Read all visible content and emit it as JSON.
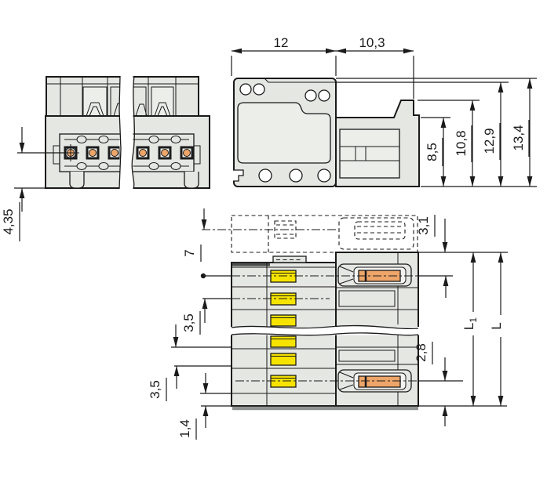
{
  "drawing_type": "technical-dimension-drawing",
  "component": "multi-pole male header connector",
  "colors": {
    "line": "#1a1a1a",
    "body": "#e5e7e3",
    "panel": "#eceee9",
    "slot": "#f3f4f1",
    "yellow": "#f6e300",
    "orange": "#eda569",
    "shadow": "#8f938f"
  },
  "front_view": {
    "dim_pin_center_to_bottom": "4,35"
  },
  "side_view": {
    "dim_width_left_block": "12",
    "dim_width_right_block": "10,3",
    "dim_height_right_block": "8,5",
    "dim_height_latch": "10,8",
    "dim_height_inner": "12,9",
    "dim_height_total": "13,4"
  },
  "bottom_view": {
    "dim_top_edge_to_first_pole": "3,1",
    "dim_mating_face_to_first_pole": "7",
    "dim_pitch_upper": "3,5",
    "dim_pitch_lower": "3,5",
    "dim_bottom_strip": "1,4",
    "dim_last_pole_to_edge": "2,8",
    "dim_length_l1_main": "L",
    "dim_length_l1_sub": "1",
    "dim_length_l": "L"
  }
}
